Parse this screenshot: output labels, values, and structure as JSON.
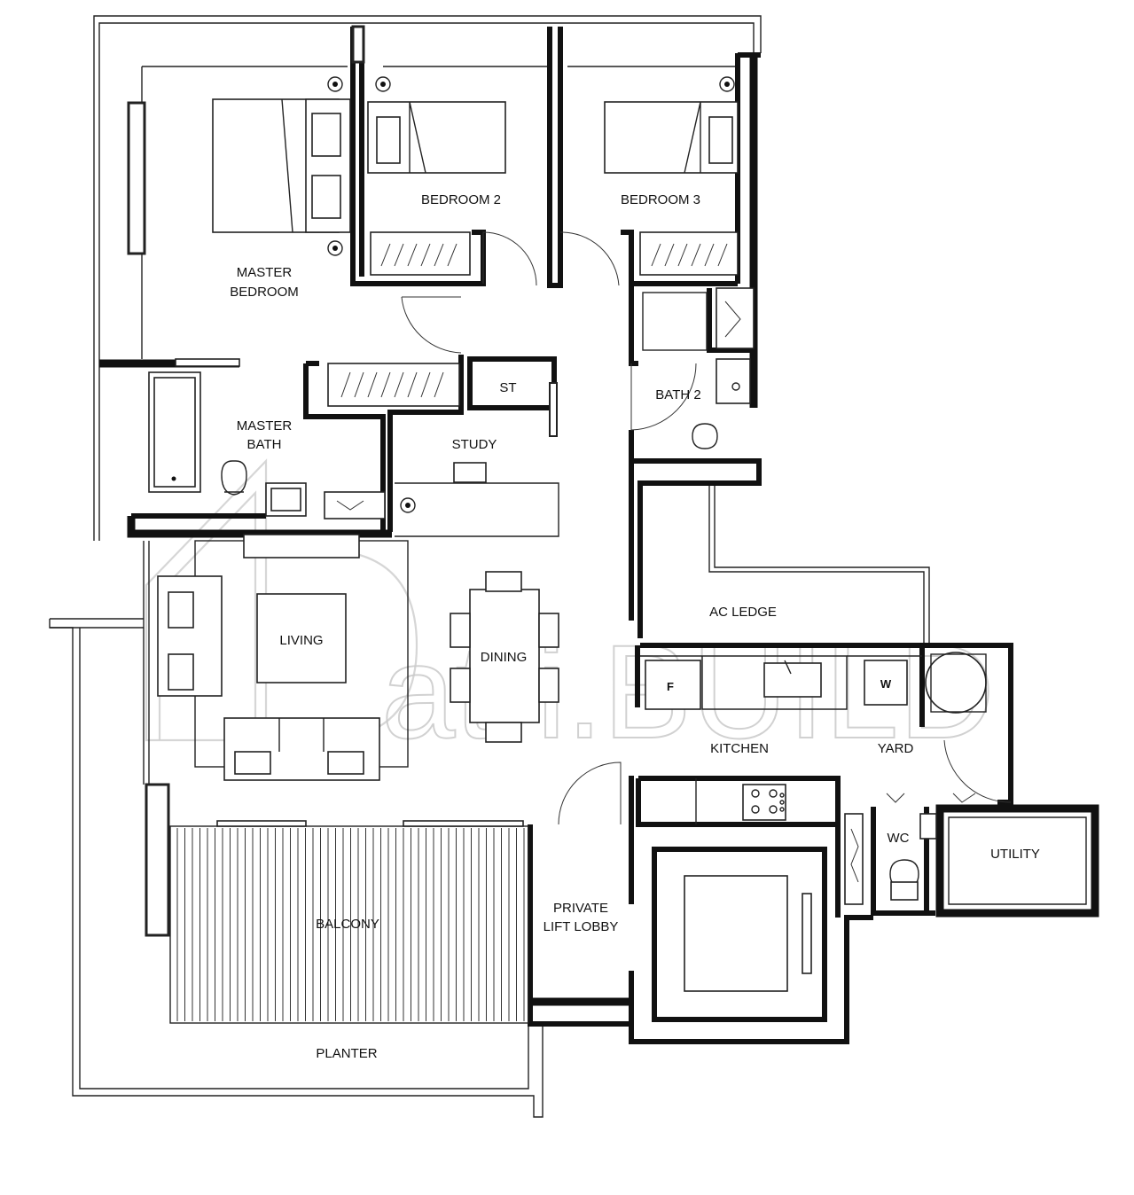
{
  "rooms": {
    "master_bedroom_line1": "MASTER",
    "master_bedroom_line2": "BEDROOM",
    "bedroom2": "BEDROOM 2",
    "bedroom3": "BEDROOM 3",
    "master_bath_line1": "MASTER",
    "master_bath_line2": "BATH",
    "store": "ST",
    "study": "STUDY",
    "bath2": "BATH 2",
    "ac_ledge": "AC LEDGE",
    "living": "LIVING",
    "dining": "DINING",
    "kitchen": "KITCHEN",
    "yard": "YARD",
    "wc": "WC",
    "utility": "UTILITY",
    "balcony": "BALCONY",
    "private_lift_lobby_line1": "PRIVATE",
    "private_lift_lobby_line2": "LIFT LOBBY",
    "planter": "PLANTER"
  },
  "appliances": {
    "fridge": "F",
    "washer": "W"
  },
  "watermark": {
    "brand_text": "atri.BUILD"
  },
  "colors": {
    "wall": "#111111",
    "watermark": "#c9c9c9"
  }
}
